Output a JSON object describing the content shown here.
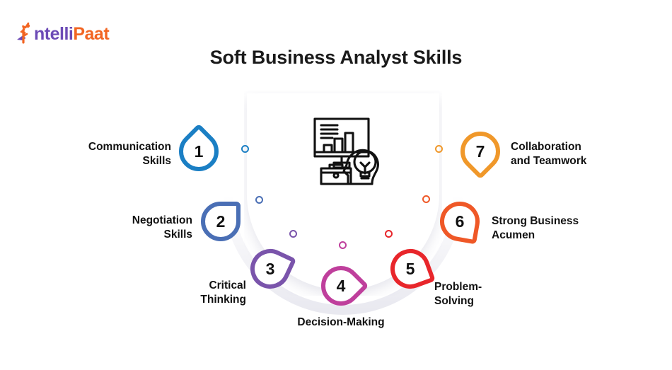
{
  "brand": {
    "name_part1": "ntelli",
    "name_part2": "Paat",
    "logo_alt": "intellipaat-logo",
    "purple": "#6c4bb6",
    "orange": "#f26522"
  },
  "header": {
    "title": "Soft Business Analyst Skills"
  },
  "center": {
    "icon_name": "presentation-chart-briefcase-lightbulb-head-icon"
  },
  "items": [
    {
      "number": "1",
      "label": "Communication\nSkills",
      "color": "#1b7fc4",
      "side": "left"
    },
    {
      "number": "2",
      "label": "Negotiation\nSkills",
      "color": "#4a6fb5",
      "side": "left"
    },
    {
      "number": "3",
      "label": "Critical\nThinking",
      "color": "#7a54ab",
      "side": "left"
    },
    {
      "number": "4",
      "label": "Decision-Making",
      "color": "#bf3f9c",
      "side": "center"
    },
    {
      "number": "5",
      "label": "Problem-\nSolving",
      "color": "#e8262b",
      "side": "right"
    },
    {
      "number": "6",
      "label": "Strong Business\nAcumen",
      "color": "#ef5827",
      "side": "right"
    },
    {
      "number": "7",
      "label": "Collaboration\nand Teamwork",
      "color": "#f0982a",
      "side": "right"
    }
  ],
  "markers": [
    {
      "color": "#1b7fc4"
    },
    {
      "color": "#4a6fb5"
    },
    {
      "color": "#7a54ab"
    },
    {
      "color": "#bf3f9c"
    },
    {
      "color": "#e8262b"
    },
    {
      "color": "#ef5827"
    },
    {
      "color": "#f0982a"
    }
  ],
  "style": {
    "background": "#ffffff",
    "text": "#111111",
    "arc_track": "#f1f1f5"
  }
}
